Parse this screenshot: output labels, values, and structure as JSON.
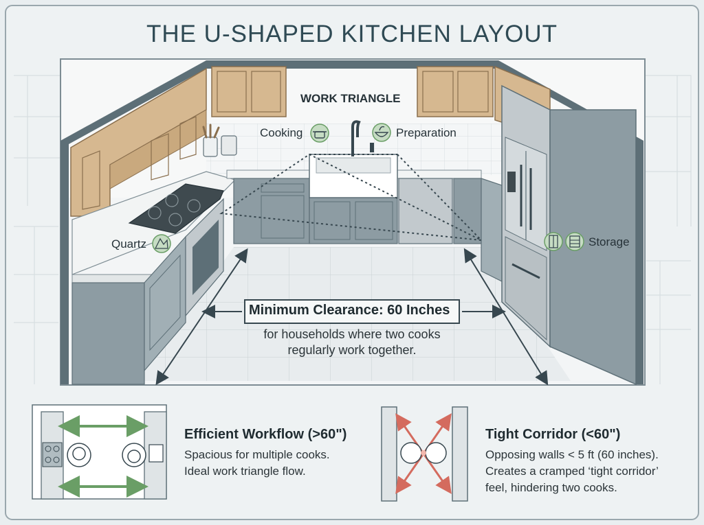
{
  "title": "THE U-SHAPED KITCHEN LAYOUT",
  "work_triangle": {
    "heading": "WORK TRIANGLE",
    "cooking": "Cooking",
    "preparation": "Preparation",
    "storage": "Storage"
  },
  "material_label": "Quartz",
  "clearance": {
    "title": "Minimum Clearance: 60 Inches",
    "subtitle_line1": "for households where two cooks",
    "subtitle_line2": "regularly work together."
  },
  "panels": {
    "efficient": {
      "title": "Efficient Workflow (>60\")",
      "line1": "Spacious for multiple cooks.",
      "line2": "Ideal work triangle flow."
    },
    "tight": {
      "title": "Tight Corridor (<60\")",
      "line1": "Opposing walls < 5 ft (60 inches).",
      "line2": "Creates a cramped ‘tight corridor’",
      "line3": "feel, hindering two cooks."
    }
  },
  "colors": {
    "wall": "#5d6f77",
    "cabinet_wood": "#d6b890",
    "cabinet_gray": "#8d9ca3",
    "counter": "#f2f4f4",
    "steel": "#c2c9cd",
    "icon_green": "#c6dcc3",
    "arrow_green": "#6a9e66",
    "arrow_red": "#d46b5e"
  },
  "icons": [
    "pot-icon",
    "salad-bowl-icon",
    "fridge-icon",
    "pantry-icon",
    "quartz-icon",
    "cook-icon",
    "stove-icon",
    "sink-icon"
  ]
}
